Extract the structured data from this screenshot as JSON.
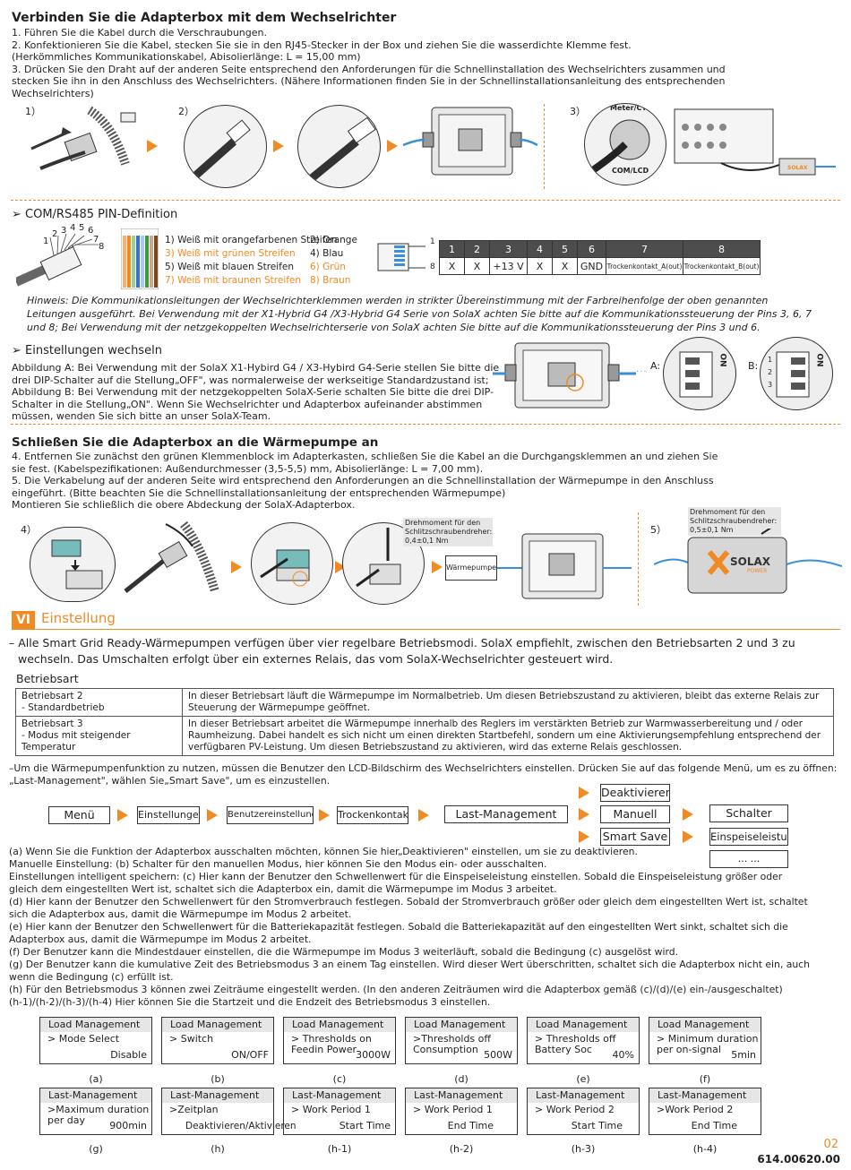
{
  "sec1": {
    "title": "Verbinden Sie die Adapterbox mit dem Wechselrichter",
    "p1": "1. Führen Sie die Kabel durch die Verschraubungen.",
    "p2": "2. Konfektionieren Sie die Kabel, stecken Sie sie in den RJ45-Stecker in der Box und ziehen Sie die wasserdichte Klemme fest.",
    "p3": "(Herkömmliches Kommunikationskabel, Abisolierlänge: L = 15,00 mm)",
    "p4": "3. Drücken Sie den Draht auf der anderen Seite entsprechend den Anforderungen für die Schnellinstallation des Wechselrichters zusammen und",
    "p5": "stecken Sie ihn in den Anschluss des Wechselrichters. (Nähere Informationen finden Sie in der Schnellinstallationsanleitung des entsprechenden",
    "p6": "Wechselrichters)",
    "step1": "1）",
    "step2": "2）",
    "step3": "3）",
    "meter_label": "Meter/CT",
    "com_label": "COM/LCD"
  },
  "sec2": {
    "title": "COM/RS485 PIN-Definition",
    "pin_numbers": "1 2 3 4 5 6 7 8",
    "n1": "1",
    "n2": "2",
    "n3": "3",
    "n4": "4",
    "n5": "5",
    "n6": "6",
    "n7": "7",
    "n8": "8",
    "wire1": "1) Weiß mit orangefarbenen Streifen",
    "wire2": "2) Orange",
    "wire3": "3) Weiß mit grünen Streifen",
    "wire4": "4) Blau",
    "wire5": "5) Weiß mit blauen Streifen",
    "wire6": "6) Grün",
    "wire7": "7) Weiß mit braunen Streifen",
    "wire8": "8) Braun",
    "conn_1": "1",
    "conn_8": "8",
    "table_head": [
      "1",
      "2",
      "3",
      "4",
      "5",
      "6",
      "7",
      "8"
    ],
    "table_row": [
      "X",
      "X",
      "+13 V",
      "X",
      "X",
      "GND",
      "Trockenkontakt_A(out)",
      "Trockenkontakt_B(out)"
    ],
    "hint1": "Hinweis: Die Kommunikationsleitungen der Wechselrichterklemmen werden in strikter Übereinstimmung mit der Farbreihenfolge der oben genannten",
    "hint2": "Leitungen ausgeführt. Bei Verwendung mit der X1-Hybrid G4 /X3-Hybrid G4 Serie von SolaX achten Sie bitte auf die Kommunikationssteuerung der Pins 3, 6, 7",
    "hint3": "und 8; Bei Verwendung mit der netzgekoppelten Wechselrichterserie von SolaX achten Sie bitte auf die Kommunikationssteuerung der Pins 3 und 6."
  },
  "sec3": {
    "title": "Einstellungen wechseln",
    "l1": "Abbildung A: Bei Verwendung mit der SolaX X1-Hybird G4 / X3-Hybird G4-Serie stellen Sie bitte die",
    "l2": "drei DIP-Schalter auf die Stellung„OFF\", was normalerweise der werkseitige Standardzustand ist;",
    "l3": "Abbildung B: Bei Verwendung mit der netzgekoppelten SolaX-Serie schalten Sie bitte die drei DIP-",
    "l4": "Schalter in die Stellung„ON\". Wenn Sie Wechselrichter und Adapterbox aufeinander abstimmen",
    "l5": "müssen, wenden Sie sich bitte an unser SolaX-Team.",
    "label_a": "A:",
    "label_b": "B:",
    "on": "ON",
    "d1": "1",
    "d2": "2",
    "d3": "3"
  },
  "sec4": {
    "title": "Schließen Sie die Adapterbox an die Wärmepumpe an",
    "l1": "4. Entfernen Sie zunächst den grünen Klemmenblock im Adapterkasten, schließen Sie die Kabel an die Durchgangsklemmen an und ziehen Sie",
    "l2": "sie fest. (Kabelspezifikationen: Außendurchmesser (3,5-5,5) mm, Abisolierlänge: L = 7,00 mm).",
    "l3": "5. Die Verkabelung auf der anderen Seite wird entsprechend den Anforderungen an die Schnellinstallation der Wärmepumpe in den Anschluss",
    "l4": "eingeführt. (Bitte beachten Sie die Schnellinstallationsanleitung der entsprechenden Wärmepumpe)",
    "l5": "Montieren Sie schließlich die obere Abdeckung der SolaX-Adapterbox.",
    "step4": "4）",
    "step5": "5）",
    "torque1": "Drehmoment für den Schlitzschraubendreher: 0,4±0,1 Nm",
    "torque2": "Drehmoment für den Schlitzschraubendreher: 0,5±0,1 Nm",
    "waermepumpe": "Wärmepumpe",
    "logo": "SOLAX",
    "logo_sub": "POWER"
  },
  "sec5": {
    "badge": "VI",
    "title": "Einstellung",
    "intro1": "– Alle Smart Grid Ready-Wärmepumpen verfügen über vier regelbare Betriebsmodi. SolaX empfiehlt, zwischen den Betriebsarten 2 und 3 zu",
    "intro2": "wechseln. Das Umschalten erfolgt über ein externes Relais, das vom SolaX-Wechselrichter gesteuert wird.",
    "mode_title": "Betriebsart",
    "mode2_name": "Betriebsart 2",
    "mode2_sub": " - Standardbetrieb",
    "mode2_desc": "In dieser Betriebsart läuft die Wärmepumpe im Normalbetrieb. Um diesen Betriebszustand zu aktivieren, bleibt das externe Relais zur Steuerung der Wärmepumpe geöffnet.",
    "mode3_name": "Betriebsart 3",
    "mode3_sub": "- Modus mit steigender Temperatur",
    "mode3_desc": "In dieser Betriebsart arbeitet die Wärmepumpe innerhalb des Reglers im verstärkten Betrieb zur Warmwasserbereitung und / oder Raumheizung. Dabei handelt es sich nicht um einen direkten Startbefehl, sondern um eine Aktivierungsempfehlung entsprechend der verfügbaren PV-Leistung. Um diesen Betriebszustand zu aktivieren, wird das externe Relais geschlossen.",
    "menu_intro1": "–Um die Wärmepumpenfunktion zu nutzen, müssen die Benutzer den LCD-Bildschirm des Wechselrichters einstellen. Drücken Sie auf das folgende Menü, um es zu öffnen:",
    "menu_intro2": " „Last-Management\", wählen Sie„Smart Save\", um es einzustellen."
  },
  "menu": {
    "menu": "Menü",
    "einstellungen": "Einstellungen",
    "benutzer": "Benutzereinstellungen",
    "trocken": "Trockenkontakt",
    "last": "Last-Management",
    "deakt": "Deaktivieren",
    "manuell": "Manuell",
    "smart": "Smart Save",
    "schalter": "Schalter",
    "einspeise": "Einspeiseleistung",
    "dots": "... ..."
  },
  "desc": {
    "a": "(a) Wenn Sie die Funktion der Adapterbox ausschalten möchten, können Sie hier„Deaktivieren\" einstellen, um sie zu deaktivieren.",
    "b": "Manuelle Einstellung: (b) Schalter für den manuellen Modus, hier können Sie den Modus ein- oder ausschalten.",
    "c1": "Einstellungen intelligent speichern: (c) Hier kann der Benutzer den Schwellenwert für die Einspeiseleistung einstellen. Sobald die Einspeiseleistung größer oder",
    "c2": "gleich dem eingestellten Wert ist, schaltet sich die Adapterbox ein, damit die Wärmepumpe im Modus 3 arbeitet.",
    "d1": "(d) Hier kann der Benutzer den Schwellenwert für den Stromverbrauch festlegen. Sobald der Stromverbrauch größer oder gleich dem eingestellten Wert ist, schaltet",
    "d2": "sich die Adapterbox aus, damit die Wärmepumpe im Modus 2 arbeitet.",
    "e1": "(e) Hier kann der Benutzer den Schwellenwert für die Batteriekapazität festlegen. Sobald die Batteriekapazität auf den eingestellten Wert sinkt, schaltet sich die",
    "e2": "Adapterbox aus, damit die Wärmepumpe im Modus 2 arbeitet.",
    "f": "(f) Der Benutzer kann die Mindestdauer einstellen, die die Wärmepumpe im Modus 3 weiterläuft, sobald die Bedingung (c) ausgelöst wird.",
    "g1": "(g) Der Benutzer kann die kumulative Zeit des Betriebsmodus 3 an einem Tag einstellen. Wird dieser Wert überschritten, schaltet sich die Adapterbox nicht ein, auch",
    "g2": "wenn die Bedingung (c) erfüllt ist.",
    "h1": "(h) Für den Betriebsmodus 3 können zwei Zeiträume eingestellt werden. (In den anderen Zeiträumen wird die Adapterbox gemäß (c)/(d)/(e) ein-/ausgeschaltet)",
    "h2": "(h-1)/(h-2)/(h-3)/(h-4) Hier können Sie die Startzeit und die Endzeit des Betriebsmodus 3 einstellen."
  },
  "lcd": [
    {
      "title": "Load Management",
      "line1": "> Mode Select",
      "line1b": "",
      "value": "Disable",
      "cap": "(a)"
    },
    {
      "title": "Load Management",
      "line1": "> Switch",
      "line1b": "",
      "value": "ON/OFF",
      "cap": "(b)"
    },
    {
      "title": "Load Management",
      "line1": ">  Thresholds on",
      "line1b": "    Feedin Power",
      "value": "3000W",
      "cap": "(c)"
    },
    {
      "title": "Load Management",
      "line1": ">Thresholds off",
      "line1b": "  Consumption",
      "value": "500W",
      "cap": "(d)"
    },
    {
      "title": "Load Management",
      "line1": ">  Thresholds off",
      "line1b": "    Battery Soc",
      "value": "40%",
      "cap": "(e)"
    },
    {
      "title": "Load Management",
      "line1": "> Minimum duration",
      "line1b": "   per on-signal",
      "value": "5min",
      "cap": "(f)"
    },
    {
      "title": "Last-Management",
      "line1": ">Maximum duration",
      "line1b": "  per day",
      "value": "900min",
      "cap": "(g)"
    },
    {
      "title": "Last-Management",
      "line1": ">Zeitplan",
      "line1b": "",
      "value": "Deaktivieren/Aktivieren",
      "cap": "(h)"
    },
    {
      "title": "Last-Management",
      "line1": ">  Work  Period  1",
      "line1b": "",
      "value": "Start Time",
      "cap": "(h-1)"
    },
    {
      "title": "Last-Management",
      "line1": ">  Work  Period  1",
      "line1b": "",
      "value": "End Time",
      "cap": "(h-2)"
    },
    {
      "title": "Last-Management",
      "line1": ">  Work  Period  2",
      "line1b": "",
      "value": "Start Time",
      "cap": "(h-3)"
    },
    {
      "title": "Last-Management",
      "line1": ">Work  Period  2",
      "line1b": "",
      "value": "End Time",
      "cap": "(h-4)"
    }
  ],
  "footer": {
    "page": "02",
    "doc": "614.00620.00"
  },
  "colors": {
    "accent": "#f08a24",
    "cable_blue": "#3a8fd8",
    "text": "#231f20"
  },
  "icons": [
    "chevron-right-icon",
    "arrow-icon",
    "cable-icon",
    "rj45-plug-icon",
    "screwdriver-icon",
    "dip-switch-icon",
    "terminal-block-icon",
    "adapter-box-icon",
    "inverter-icon"
  ]
}
